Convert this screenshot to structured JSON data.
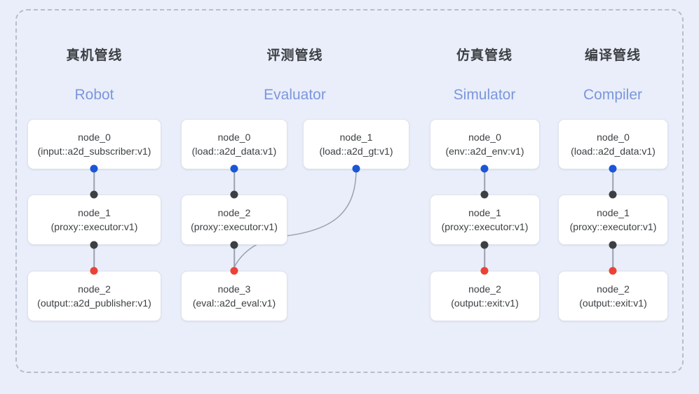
{
  "diagram": {
    "frame": {
      "style": "dashed-rounded-rect",
      "border_color": "#b7bdca",
      "background": "#e9eefa"
    },
    "palette": {
      "background": "#e9eefa",
      "node_fill": "#ffffff",
      "node_border": "#dfe3ec",
      "title_color": "#3c4043",
      "subtitle_color": "#7c96dd",
      "dot_blue": "#1a56d6",
      "dot_black": "#3c4043",
      "dot_red": "#ea4335",
      "edge_color": "#9aa0ac"
    },
    "columns": [
      {
        "id": "robot",
        "title": "真机管线",
        "subtitle": "Robot",
        "nodes": [
          {
            "id": "node_0",
            "type": "(input::a2d_subscriber:v1)"
          },
          {
            "id": "node_1",
            "type": "(proxy::executor:v1)"
          },
          {
            "id": "node_2",
            "type": "(output::a2d_publisher:v1)"
          }
        ]
      },
      {
        "id": "evaluator",
        "title": "评测管线",
        "subtitle": "Evaluator",
        "nodes": [
          {
            "id": "node_0",
            "type": "(load::a2d_data:v1)"
          },
          {
            "id": "node_1",
            "type": "(load::a2d_gt:v1)"
          },
          {
            "id": "node_2",
            "type": "(proxy::executor:v1)"
          },
          {
            "id": "node_3",
            "type": "(eval::a2d_eval:v1)"
          }
        ]
      },
      {
        "id": "simulator",
        "title": "仿真管线",
        "subtitle": "Simulator",
        "nodes": [
          {
            "id": "node_0",
            "type": "(env::a2d_env:v1)"
          },
          {
            "id": "node_1",
            "type": "(proxy::executor:v1)"
          },
          {
            "id": "node_2",
            "type": "(output::exit:v1)"
          }
        ]
      },
      {
        "id": "compiler",
        "title": "编译管线",
        "subtitle": "Compiler",
        "nodes": [
          {
            "id": "node_0",
            "type": "(load::a2d_data:v1)"
          },
          {
            "id": "node_1",
            "type": "(proxy::executor:v1)"
          },
          {
            "id": "node_2",
            "type": "(output::exit:v1)"
          }
        ]
      }
    ]
  }
}
